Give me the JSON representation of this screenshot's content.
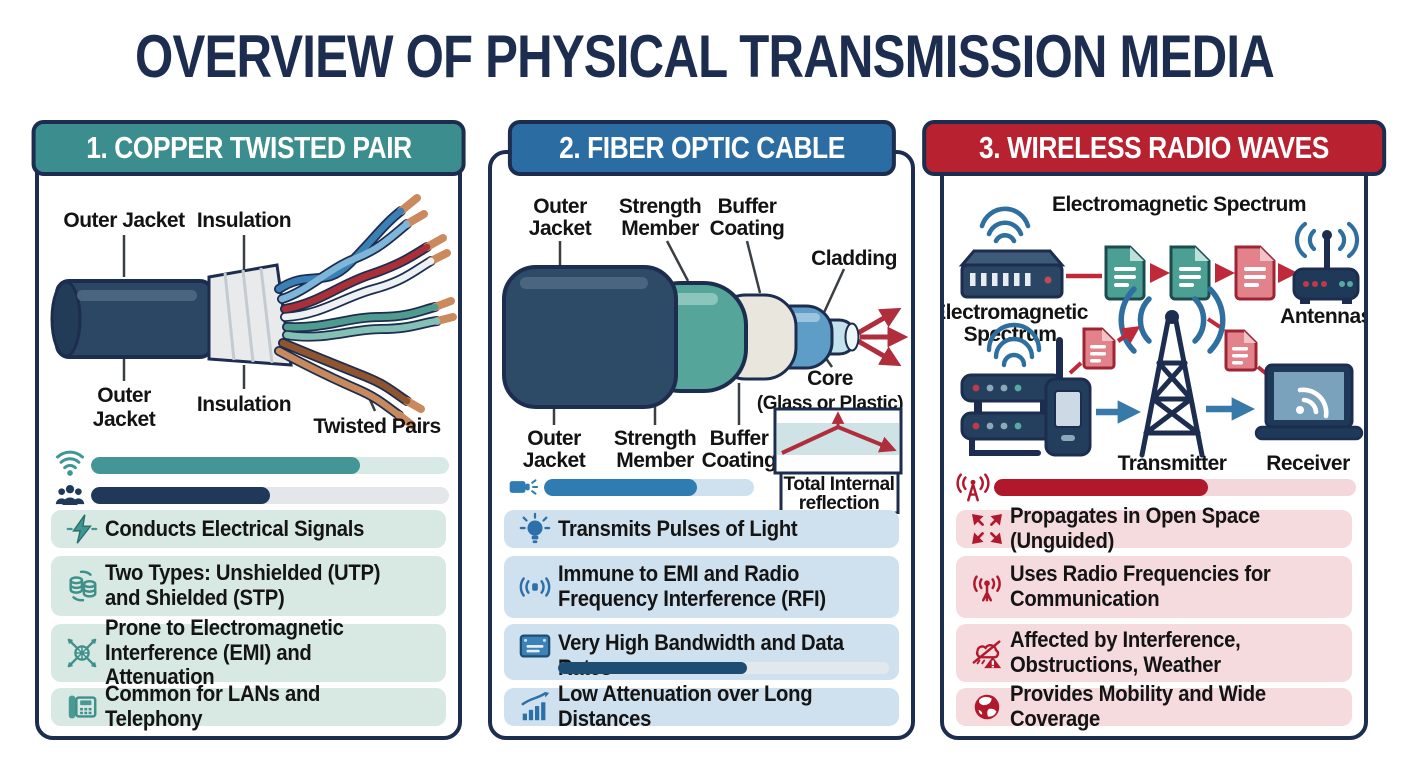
{
  "title": "OVERVIEW OF PHYSICAL TRANSMISSION MEDIA",
  "theme": {
    "ink": "#1c2d4f",
    "teal": "#3c8d8e",
    "blue": "#2b6ca3",
    "red": "#b8212f",
    "panel1_item_bg": "#d8e8e3",
    "panel2_item_bg": "#cfe1ee",
    "panel3_item_bg": "#f5dade",
    "teal_bar": "#439695",
    "teal_bar_track": "#d7eae6",
    "navy_bar": "#20395b",
    "navy_bar_track": "#e4e6e9",
    "blue_bar": "#2f7cb3",
    "blue_bar_track": "#cfe1ef",
    "deepblue_bar": "#1d4d72",
    "deepblue_bar_track": "#e3e8ed",
    "red_bar": "#b1182b",
    "red_bar_track": "#f3d7da"
  },
  "panels": [
    {
      "header": "1. COPPER TWISTED PAIR",
      "diagram": {
        "outer_jacket_top": "Outer Jacket",
        "insulation_top": "Insulation",
        "outer_jacket_bottom": [
          "Outer",
          "Jacket"
        ],
        "insulation_bottom": "Insulation",
        "twisted_pairs": "Twisted Pairs"
      },
      "bars": [
        {
          "icon": "wifi-icon",
          "fill_pct": 75
        },
        {
          "icon": "people-icon",
          "fill_pct": 50
        }
      ],
      "items": [
        {
          "icon": "lightning-icon",
          "text": "Conducts Electrical Signals"
        },
        {
          "icon": "database-icon",
          "text": "Two Types: Unshielded (UTP) and Shielded (STP)"
        },
        {
          "icon": "interference-icon",
          "text": "Prone to Electromagnetic Interference (EMI) and Attenuation"
        },
        {
          "icon": "telephone-icon",
          "text": "Common for LANs and Telephony"
        }
      ]
    },
    {
      "header": "2. FIBER OPTIC CABLE",
      "diagram": {
        "outer_jacket_top": [
          "Outer",
          "Jacket"
        ],
        "strength_member_top": [
          "Strength",
          "Member"
        ],
        "buffer_coating_top": [
          "Buffer",
          "Coating"
        ],
        "cladding": "Cladding",
        "outer_jacket_bottom": [
          "Outer",
          "Jacket"
        ],
        "strength_member_bottom": [
          "Strength",
          "Member"
        ],
        "buffer_coating_bottom": [
          "Buffer",
          "Coating"
        ],
        "core": [
          "Core",
          "(Glass or Plastic)"
        ],
        "total_internal_reflection": [
          "Total Internal",
          "reflection"
        ]
      },
      "bars": [
        {
          "icon": "projector-icon",
          "fill_pct": 73
        }
      ],
      "items": [
        {
          "icon": "bulb-icon",
          "text": "Transmits Pulses of Light"
        },
        {
          "icon": "rfi-waves-icon",
          "text": "Immune to EMI and Radio Frequency Interference (RFI)"
        },
        {
          "icon": "bandwidth-icon",
          "text": "Very High Bandwidth and Data Rates",
          "bar_fill_pct": 57
        },
        {
          "icon": "attenuation-chart-icon",
          "text": "Low Attenuation over Long Distances"
        }
      ]
    },
    {
      "header": "3. WIRELESS RADIO WAVES",
      "diagram": {
        "em_spectrum_top": "Electromagnetic Spectrum",
        "em_spectrum_left": [
          "Electromagnetic",
          "Spectrum"
        ],
        "antennas": "Antennas",
        "transmitter": "Transmitter",
        "receiver": "Receiver"
      },
      "bars": [
        {
          "icon": "radio-tower-icon",
          "fill_pct": 59
        }
      ],
      "items": [
        {
          "icon": "expand-arrows-icon",
          "text": "Propagates in Open Space (Unguided)"
        },
        {
          "icon": "radio-frequency-icon",
          "text": "Uses Radio Frequencies for Communication"
        },
        {
          "icon": "weather-interference-icon",
          "text": "Affected by Interference, Obstructions, Weather"
        },
        {
          "icon": "globe-icon",
          "text": "Provides Mobility and Wide Coverage"
        }
      ]
    }
  ]
}
